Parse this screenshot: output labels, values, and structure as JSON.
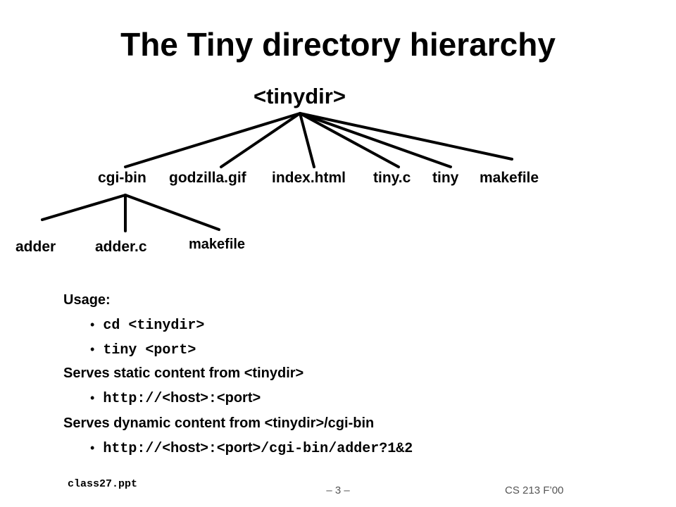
{
  "title": "The Tiny directory hierarchy",
  "tree": {
    "root": "<tinydir>",
    "children": [
      "cgi-bin",
      "godzilla.gif",
      "index.html",
      "tiny.c",
      "tiny",
      "makefile"
    ],
    "cgi_bin_children": [
      "adder",
      "adder.c",
      "makefile"
    ]
  },
  "usage": {
    "heading": "Usage:",
    "cmd1": "cd <tinydir>",
    "cmd2": "tiny <port>"
  },
  "static": {
    "heading": "Serves static content from <tinydir>",
    "url_a": "http://",
    "url_b": "<host>",
    "url_c": ":",
    "url_d": "<port>"
  },
  "dynamic": {
    "heading": "Serves dynamic content from <tinydir>/cgi-bin",
    "url_a": "http://",
    "url_b": "<host>",
    "url_c": ":",
    "url_d": "<port>",
    "url_e": "/cgi-bin/adder?1&2"
  },
  "footer": {
    "left": "class27.ppt",
    "center": "– 3 –",
    "right": "CS 213 F’00"
  }
}
